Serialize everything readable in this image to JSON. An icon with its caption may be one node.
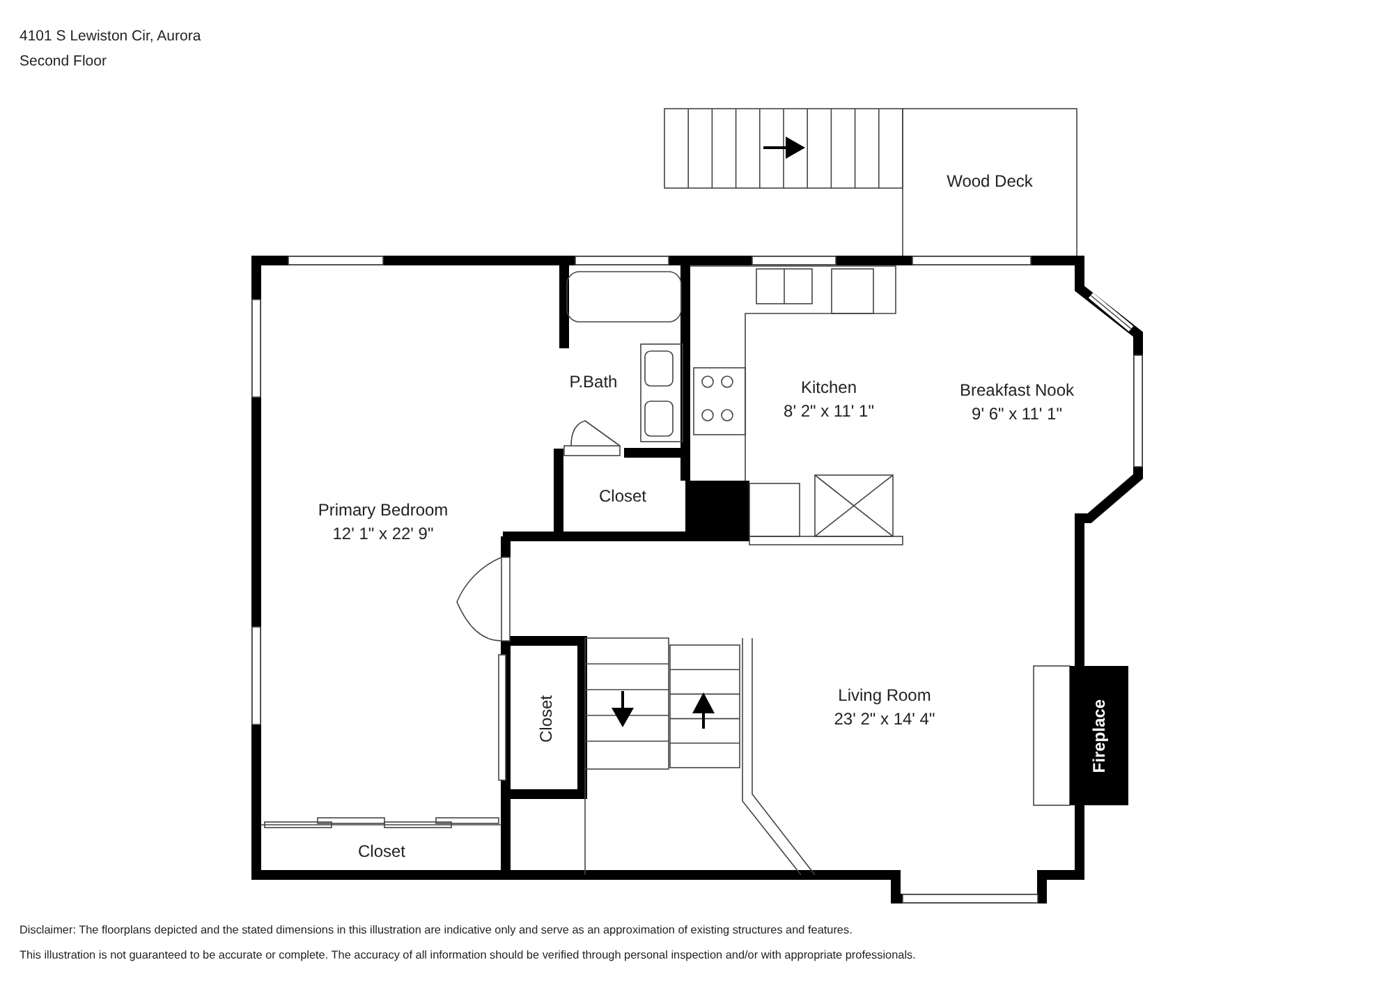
{
  "diagram": {
    "title": "4101 S Lewiston Cir, Aurora",
    "nodes": [
      {
        "text": [
          "Wood Deck"
        ]
      },
      {
        "text": [
          "P.Bath"
        ]
      },
      {
        "text": [
          "Kitchen",
          "8' 2\" x 11' 1\""
        ]
      },
      {
        "text": [
          "Breakfast Nook",
          "9' 6\" x 11' 1\""
        ]
      },
      {
        "text": [
          "Closet"
        ]
      },
      {
        "text": [
          "Primary Bedroom",
          "12' 1\" x 22' 9\""
        ]
      },
      {
        "text": [
          "Living Room",
          "23' 2\" x 14' 4\""
        ]
      },
      {
        "text": [
          "Closet"
        ]
      },
      {
        "text": [
          "Fireplace"
        ]
      },
      {
        "text": [
          "Closet"
        ]
      }
    ],
    "labels": [
      "Second Floor",
      "Disclaimer: The floorplans depicted and the stated dimensions in this illustration are indicative only and serve as an approximation of existing structures and features.",
      "This illustration is not guaranteed to be accurate or complete. The accuracy of all information should be verified through personal inspection and/or with appropriate professionals."
    ]
  }
}
